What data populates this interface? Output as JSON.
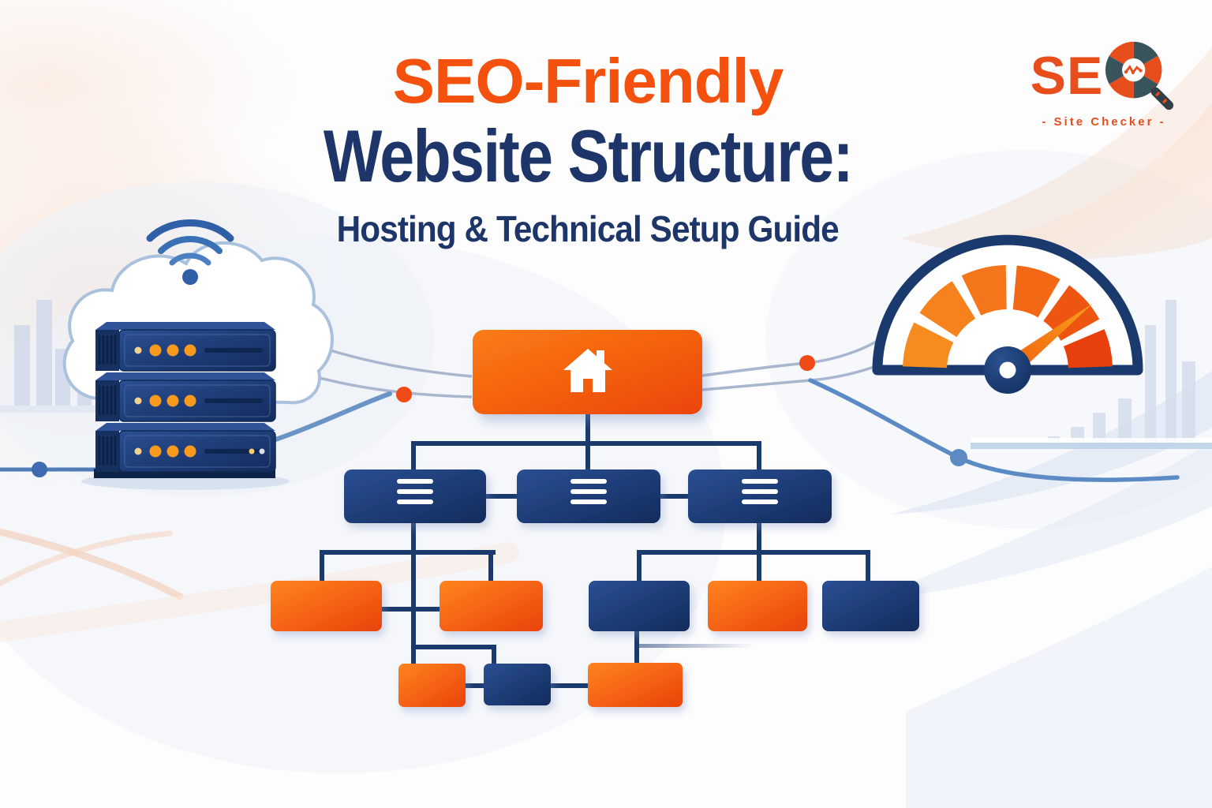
{
  "header": {
    "title_accent": "SEO-Friendly",
    "title_main": "Website Structure:",
    "subtitle": "Hosting & Technical Setup Guide"
  },
  "logo": {
    "brand_prefix": "SE",
    "brand_letter_o": "camera-shutter-magnifier-icon",
    "tagline": "- Site Checker -"
  },
  "colors": {
    "accent_orange": "#f4510e",
    "navy": "#1d3568",
    "connector_navy": "#1a3a6e",
    "node_orange_gradient": [
      "#ff831f",
      "#e9430a"
    ],
    "node_navy_gradient": [
      "#2a4f93",
      "#122b5c"
    ],
    "thin_line_gray": "#a9b6d0",
    "curve_blue": "#5b8ac5",
    "light_bars_blue": "#ccd6e9",
    "peach": "#f6cdb4",
    "led_orange": "#f79a1e",
    "led_pale": "#f2d389"
  },
  "diagram": {
    "root": {
      "id": "homepage",
      "icon": "home-icon",
      "color": "orange"
    },
    "level2": [
      {
        "id": "category-1",
        "icon": "menu-lines-icon",
        "color": "navy"
      },
      {
        "id": "category-2",
        "icon": "menu-lines-icon",
        "color": "navy"
      },
      {
        "id": "category-3",
        "icon": "menu-lines-icon",
        "color": "navy"
      }
    ],
    "level3_left": [
      {
        "id": "page-l1",
        "color": "orange"
      },
      {
        "id": "page-l2",
        "color": "orange"
      }
    ],
    "level3_right": [
      {
        "id": "page-r1",
        "color": "navy"
      },
      {
        "id": "page-r2",
        "color": "orange"
      },
      {
        "id": "page-r3",
        "color": "navy"
      }
    ],
    "level4": [
      {
        "id": "subpage-1",
        "color": "orange"
      },
      {
        "id": "subpage-2",
        "color": "navy"
      },
      {
        "id": "subpage-3",
        "color": "orange"
      }
    ],
    "decorations": [
      "server-stack-3-units",
      "cloud",
      "wifi-icon",
      "speedometer-gauge",
      "bar-chart-silhouette-left",
      "bar-chart-silhouette-right",
      "orange-connector-dots",
      "blue-connector-dots",
      "peach-swooshes",
      "blue-swooshes"
    ]
  }
}
